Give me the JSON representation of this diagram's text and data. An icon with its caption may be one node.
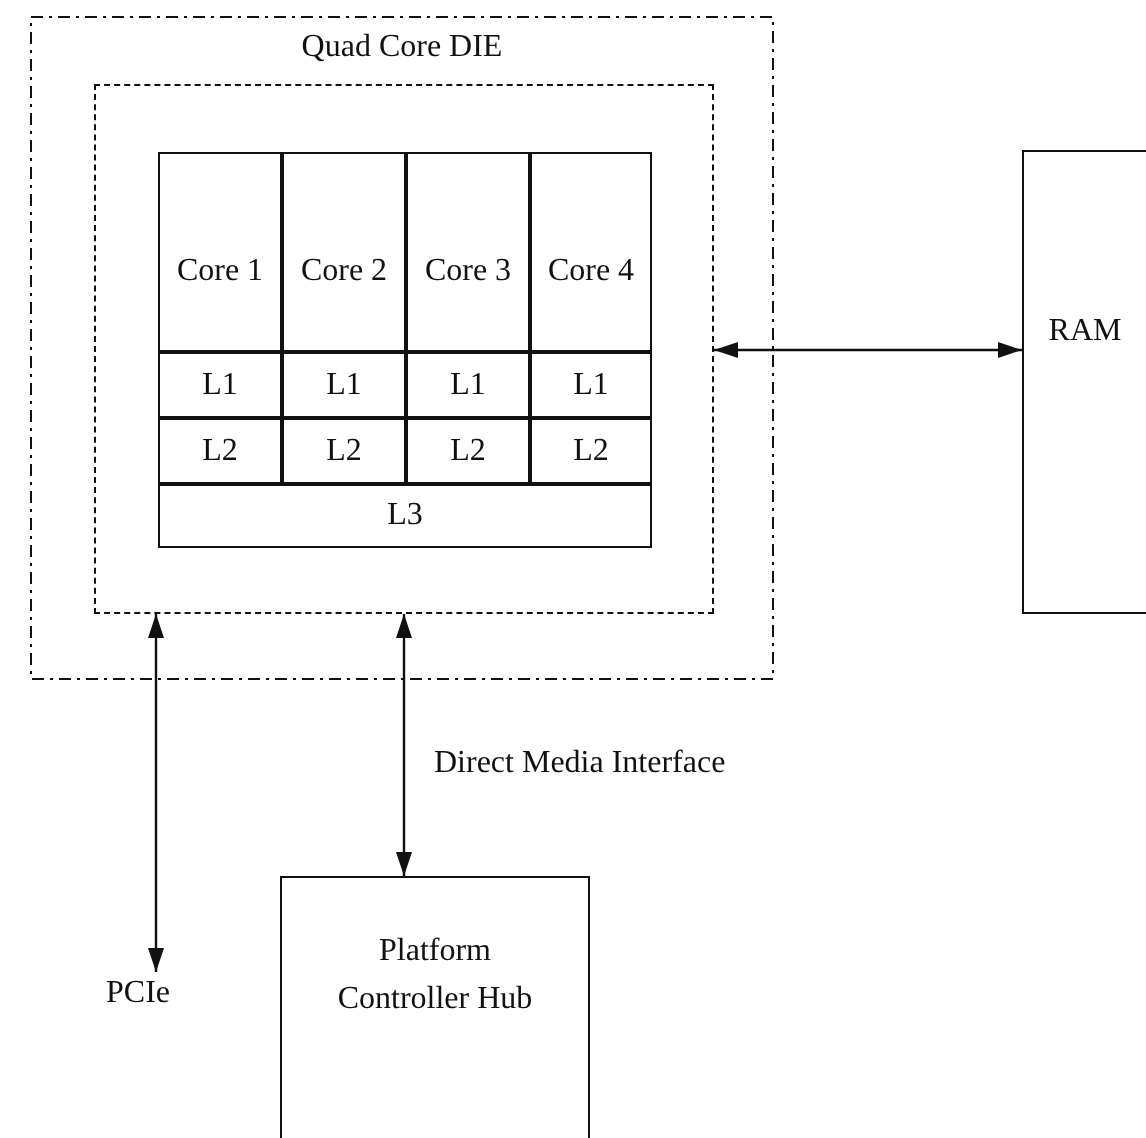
{
  "diagram": {
    "nodes": [
      {
        "text": [
          "Quad Core DIE"
        ]
      },
      {
        "text": [],
        "shape": "box",
        "in": 0
      },
      {
        "text": [
          "Core 1"
        ],
        "in": 1
      },
      {
        "text": [
          "Core 2"
        ],
        "in": 1
      },
      {
        "text": [
          "Core 3"
        ],
        "in": 1
      },
      {
        "text": [
          "Core 4"
        ],
        "in": 1
      },
      {
        "text": [
          "L1"
        ],
        "in": 1
      },
      {
        "text": [
          "L1"
        ],
        "in": 1
      },
      {
        "text": [
          "L1"
        ],
        "in": 1
      },
      {
        "text": [
          "L1"
        ],
        "in": 1
      },
      {
        "text": [
          "L2"
        ],
        "in": 1
      },
      {
        "text": [
          "L2"
        ],
        "in": 1
      },
      {
        "text": [
          "L2"
        ],
        "in": 1
      },
      {
        "text": [
          "L2"
        ],
        "in": 1
      },
      {
        "text": [
          "L3"
        ],
        "in": 1
      },
      {
        "text": [
          "RAM"
        ]
      },
      {
        "text": [
          "PCIe"
        ]
      },
      {
        "text": [
          "Platform Controller Hub"
        ]
      }
    ],
    "edges": [
      {
        "from": 1,
        "to": 15,
        "arrow": "both"
      },
      {
        "from": 1,
        "to": 16,
        "arrow": "both"
      },
      {
        "from": 1,
        "to": 17,
        "arrow": "both",
        "label": "Direct Media Interface"
      }
    ]
  }
}
